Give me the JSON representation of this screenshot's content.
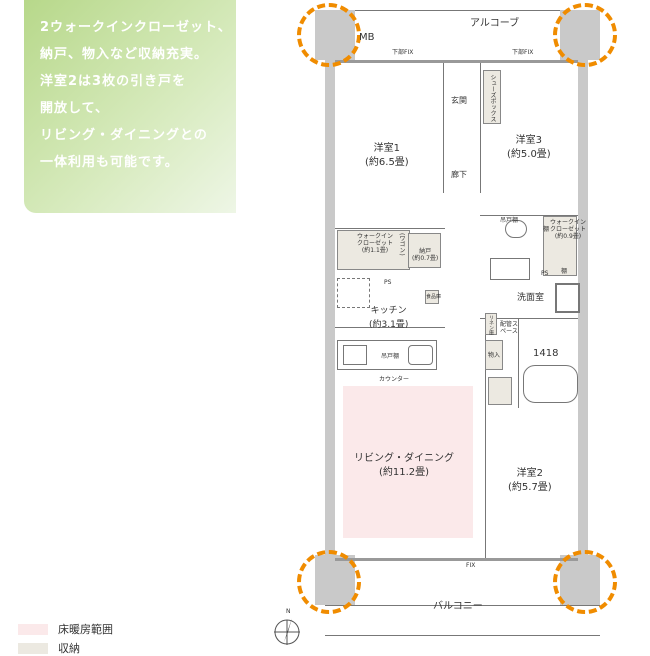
{
  "callout": {
    "lines": [
      "2ウォークインクローゼット、",
      "納戸、物入など収納充実。",
      "洋室2は3枚の引き戸を",
      "開放して、",
      "リビング・ダイニングとの",
      "一体利用も可能です。"
    ]
  },
  "plan": {
    "alcove": "アルコーブ",
    "mb": "MB",
    "fix_left": "下部FIX",
    "fix_right": "下部FIX",
    "entrance": "玄関",
    "shoe_box": "シューズボックス",
    "room1": {
      "name": "洋室1",
      "size": "(約6.5畳)"
    },
    "room3": {
      "name": "洋室3",
      "size": "(約5.0畳)"
    },
    "hall": "廊下",
    "wic1": {
      "name": "ウォークイン",
      "name2": "クローゼット",
      "size": "(約1.1畳)"
    },
    "wagon": "(ワゴン)",
    "closet": {
      "name": "納戸",
      "size": "(約0.7畳)"
    },
    "wic2": {
      "name": "ウォークイン",
      "name2": "クローゼット",
      "size": "(約0.9畳)"
    },
    "hanging_cabinet_toilet": "吊戸棚",
    "shelf1": "棚",
    "shelf2": "棚",
    "ps1": "PS",
    "ps2": "PS",
    "pantry": "食品庫",
    "washroom": "洗面室",
    "kitchen": {
      "name": "キッチン",
      "size": "(約3.1畳)"
    },
    "hanging_cabinet_kitchen": "吊戸棚",
    "counter": "カウンター",
    "linen": "リネン庫",
    "pipe_space": "配管スペース",
    "storage": "物入",
    "bath": "1418",
    "living": {
      "name": "リビング・ダイニング",
      "size": "(約11.2畳)"
    },
    "room2": {
      "name": "洋室2",
      "size": "(約5.7畳)"
    },
    "fix_bottom": "FIX",
    "balcony": "バルコニー",
    "north": "N"
  },
  "legend": [
    {
      "label": "床暖房範囲",
      "color": "#fbe9ea"
    },
    {
      "label": "収納",
      "color": "#ece9e1"
    }
  ],
  "accent": "#f08c00"
}
